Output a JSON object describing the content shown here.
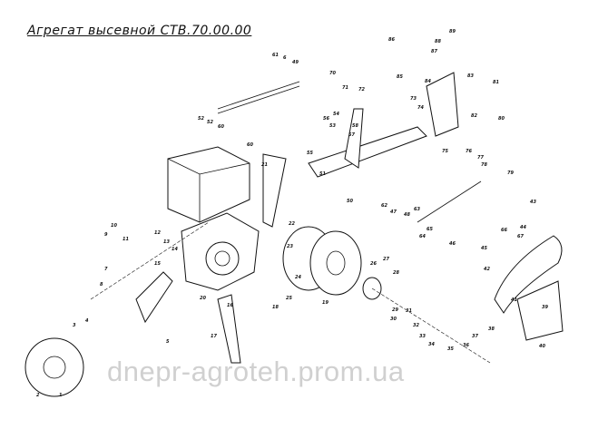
{
  "title": "Агрегат высевной СТВ.70.00.00",
  "watermark": "dnepr-agroteh.prom.ua",
  "part_labels": [
    "61",
    "6",
    "49",
    "52",
    "52",
    "60",
    "60",
    "70",
    "71",
    "72",
    "73",
    "74",
    "75",
    "76",
    "77",
    "78",
    "79",
    "80",
    "81",
    "82",
    "83",
    "84",
    "85",
    "86",
    "87",
    "88",
    "89",
    "50",
    "51",
    "53",
    "54",
    "55",
    "56",
    "57",
    "58",
    "21",
    "22",
    "23",
    "24",
    "25",
    "26",
    "27",
    "28",
    "29",
    "30",
    "31",
    "32",
    "33",
    "34",
    "35",
    "36",
    "37",
    "38",
    "39",
    "40",
    "41",
    "42",
    "43",
    "44",
    "45",
    "46",
    "47",
    "48",
    "62",
    "63",
    "64",
    "65",
    "66",
    "67",
    "1",
    "2",
    "3",
    "4",
    "5",
    "7",
    "8",
    "9",
    "10",
    "11",
    "12",
    "13",
    "14",
    "15",
    "16",
    "17",
    "18",
    "19",
    "20"
  ]
}
